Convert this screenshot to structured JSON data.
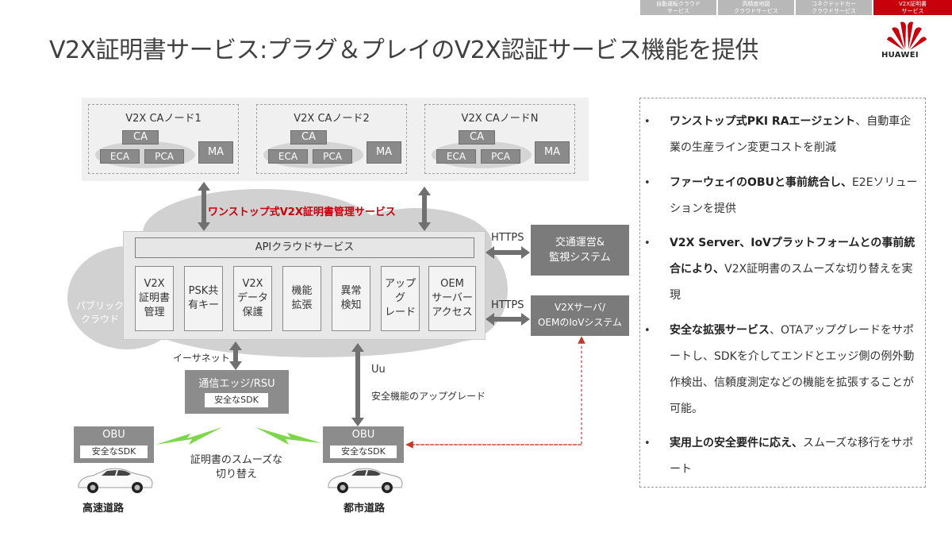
{
  "nav_tabs": [
    {
      "label": "自動運転クラウド\nサービス",
      "active": false
    },
    {
      "label": "高精度地図\nクラウドサービス",
      "active": false
    },
    {
      "label": "コネクテッドカー\nクラウドサービス",
      "active": false
    },
    {
      "label": "V2X証明書\nサービス",
      "active": true
    }
  ],
  "title": "V2X証明書サービス:プラグ＆プレイのV2X認証サービス機能を提供",
  "logo": {
    "text": "HUAWEI",
    "color": "#c7000b"
  },
  "ca_nodes": [
    {
      "title": "V2X CAノード1",
      "ca": "CA",
      "eca": "ECA",
      "pca": "PCA",
      "ma": "MA"
    },
    {
      "title": "V2X CAノード2",
      "ca": "CA",
      "eca": "ECA",
      "pca": "PCA",
      "ma": "MA"
    },
    {
      "title": "V2X CAノードN",
      "ca": "CA",
      "eca": "ECA",
      "pca": "PCA",
      "ma": "MA"
    }
  ],
  "cloud": {
    "service_label": "ワンストップ式V2X証明書管理サービス",
    "public_cloud": "パブリック\nクラウド",
    "api_title": "APIクラウドサービス",
    "services": [
      "V2X\n証明書\n管理",
      "PSK共\n有キー",
      "V2X\nデータ\n保護",
      "機能\n拡張",
      "異常\n検知",
      "アップグ\nレード",
      "OEM\nサーバー\nアクセス"
    ]
  },
  "externals": {
    "https1": "HTTPS",
    "https2": "HTTPS",
    "traffic": "交通運営&\n監視システム",
    "iov": "V2Xサーバ/\nOEMのIoVシステム"
  },
  "edge": {
    "ethernet": "イーサネット",
    "rsu_title": "通信エッジ/RSU",
    "rsu_sdk": "安全なSDK",
    "uu": "Uu",
    "upgrade": "安全機能のアップグレード"
  },
  "vehicles": {
    "obu_left": {
      "title": "OBU",
      "sdk": "安全なSDK",
      "road": "高速道路"
    },
    "obu_right": {
      "title": "OBU",
      "sdk": "安全なSDK",
      "road": "都市道路"
    },
    "switch_label": "証明書のスムーズな\n切り替え"
  },
  "bullets": [
    {
      "bold": "ワンストップ式PKI RAエージェント",
      "rest": "、自動車企業の生産ライン変更コストを削減"
    },
    {
      "bold": "ファーウェイのOBUと事前統合し、",
      "rest": "E2Eソリューションを提供"
    },
    {
      "bold": "V2X Server、IoVプラットフォームとの事前統合により、",
      "rest": "V2X証明書のスムーズな切り替えを実現"
    },
    {
      "bold": "安全な拡張サービス",
      "rest": "、OTAアップグレードをサポートし、SDKを介してエンドとエッジ側の例外動作検出、信頼度測定などの機能を拡張することが可能。"
    },
    {
      "bold": "実用上の安全要件に応え、",
      "rest": "スムーズな移行をサポート"
    }
  ],
  "colors": {
    "accent_red": "#c7000b",
    "dark_box": "#7b7b7b",
    "green_signal": "#7cd84a"
  }
}
